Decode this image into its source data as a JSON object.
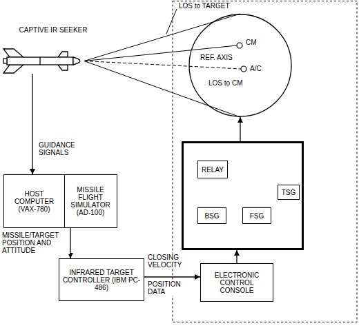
{
  "diagram": {
    "nodes": [
      {
        "text": [
          "CAPTIVE IR SEEKER"
        ]
      },
      {
        "text": [
          "CM",
          "A/C",
          "REF. AXIS",
          "LOS to CM"
        ]
      },
      {
        "text": [
          "HOST COMPUTER (VAX-780)"
        ]
      },
      {
        "text": [
          "MISSILE FLIGHT SIMULATOR (AD-100)"
        ]
      },
      {
        "text": [
          "INFRARED TARGET CONTROLLER (IBM PC-486)"
        ]
      },
      {
        "text": [
          "ELECTRONIC CONTROL CONSOLE"
        ]
      },
      {
        "text": []
      },
      {
        "text": [
          "RELAY"
        ],
        "in": 6
      },
      {
        "text": [
          "BSG"
        ],
        "in": 6
      },
      {
        "text": [
          "FSG"
        ],
        "in": 6
      },
      {
        "text": [
          "TSG"
        ],
        "in": 6
      }
    ],
    "edges": [
      {
        "from": 0,
        "to": 2,
        "label": "GUIDANCE SIGNALS",
        "arrow": "to"
      },
      {
        "from": 3,
        "to": 4,
        "label": "MISSILE/TARGET POSITION AND ATTITUDE",
        "arrow": "to"
      },
      {
        "from": 4,
        "to": 5,
        "label": "CLOSING VELOCITY",
        "arrow": "to"
      },
      {
        "from": 5,
        "to": 6,
        "arrow": "to"
      },
      {
        "from": 6,
        "to": 1,
        "arrow": "to"
      },
      {
        "from": 7,
        "to": 8,
        "arrow": "none"
      },
      {
        "from": 7,
        "to": 9,
        "arrow": "none"
      },
      {
        "from": 7,
        "to": 10,
        "arrow": "none"
      }
    ],
    "labels": [
      "LOS to TARGET",
      "POSITION DATA"
    ]
  }
}
